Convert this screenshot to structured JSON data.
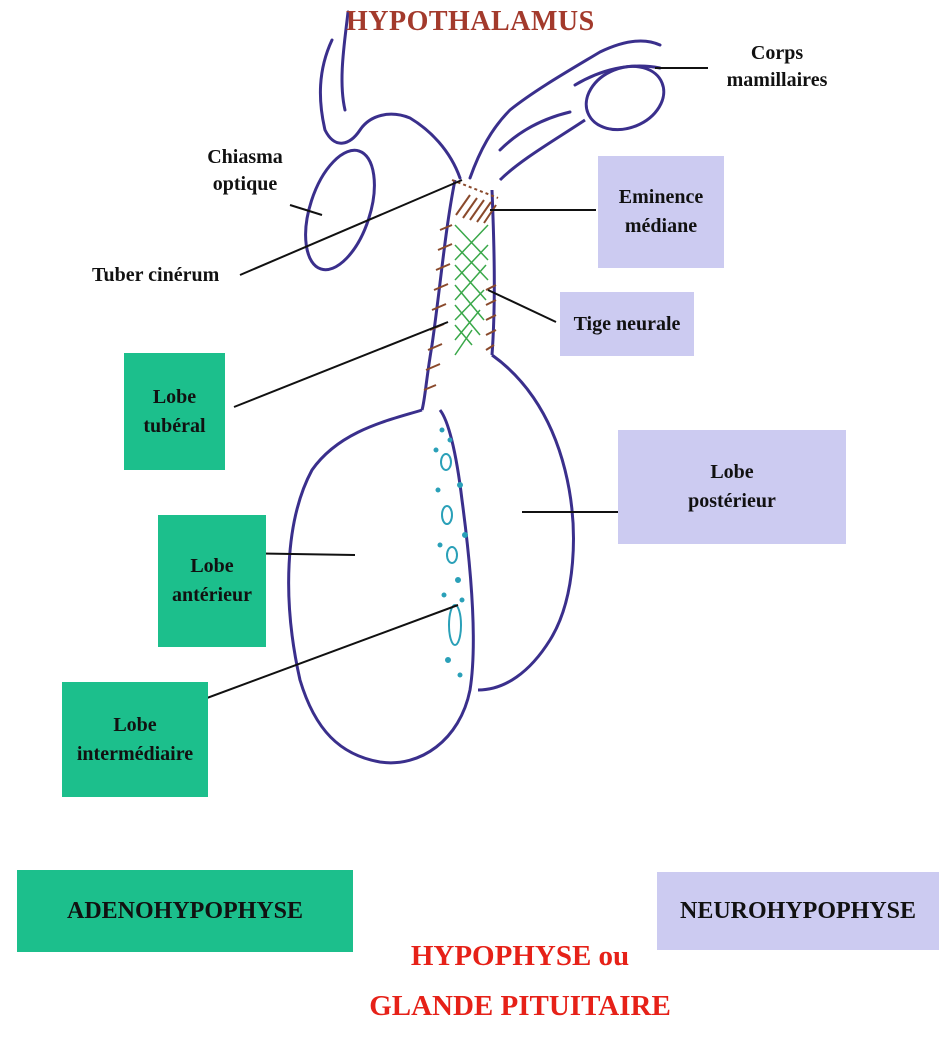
{
  "header": {
    "title": "HYPOTHALAMUS"
  },
  "labels": {
    "corps_mamillaires": [
      "Corps",
      "mamillaires"
    ],
    "chiasma_optique": [
      "Chiasma",
      "optique"
    ],
    "tuber_cinerum": "Tuber cinérum",
    "eminence_mediane": [
      "Eminence",
      "médiane"
    ],
    "tige_neurale": "Tige neurale",
    "lobe_tuberal": [
      "Lobe",
      "tubéral"
    ],
    "lobe_posterieur": [
      "Lobe",
      "postérieur"
    ],
    "lobe_anterieur": [
      "Lobe",
      "antérieur"
    ],
    "lobe_intermediaire": [
      "Lobe",
      "intermédiaire"
    ]
  },
  "groups": {
    "adenohypophyse": "ADENOHYPOPHYSE",
    "neurohypophyse": "NEUROHYPOPHYSE"
  },
  "footer": {
    "line1": "HYPOPHYSE ou",
    "line2": "GLANDE PITUITAIRE"
  },
  "colors": {
    "outline": "#3a2f8c",
    "teal_box": "#1cbf8c",
    "lavender_box": "#cccbf1",
    "brown_hatch": "#8a4a2c",
    "green_mesh": "#3aa84a",
    "cyan_dots": "#2aa0b8",
    "title_top": "#a33a2c",
    "title_bottom": "#e62118"
  }
}
